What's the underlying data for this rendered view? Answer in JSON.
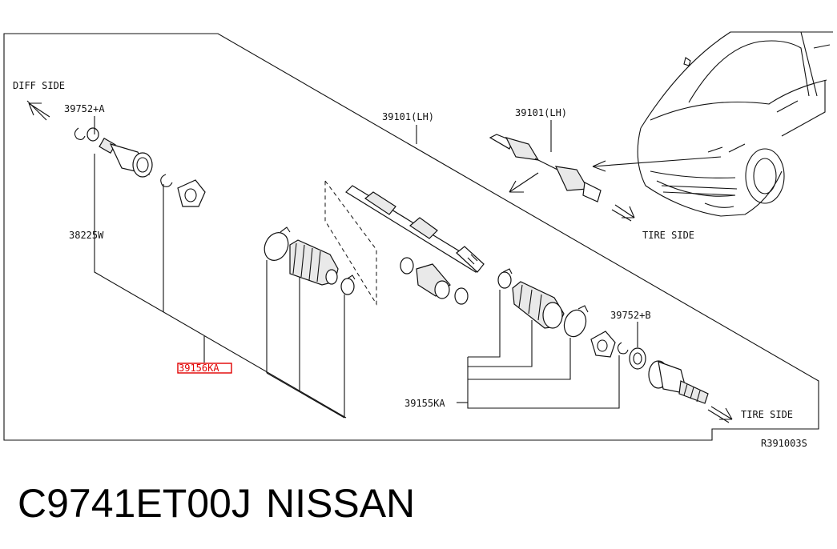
{
  "labels": {
    "diff_side": "DIFF SIDE",
    "tire_side_top": "TIRE SIDE",
    "tire_side_bottom": "TIRE SIDE",
    "p39752a": "39752+A",
    "p38225w": "38225W",
    "p39101lh_1": "39101(LH)",
    "p39101lh_2": "39101(LH)",
    "p39752b": "39752+B",
    "p39155ka": "39155KA",
    "p39156ka": "39156KA",
    "ref_code": "R391003S"
  },
  "caption": {
    "part_number": "C9741ET00J",
    "brand": "NISSAN"
  },
  "colors": {
    "highlight": "#e00000",
    "ink": "#111111"
  }
}
